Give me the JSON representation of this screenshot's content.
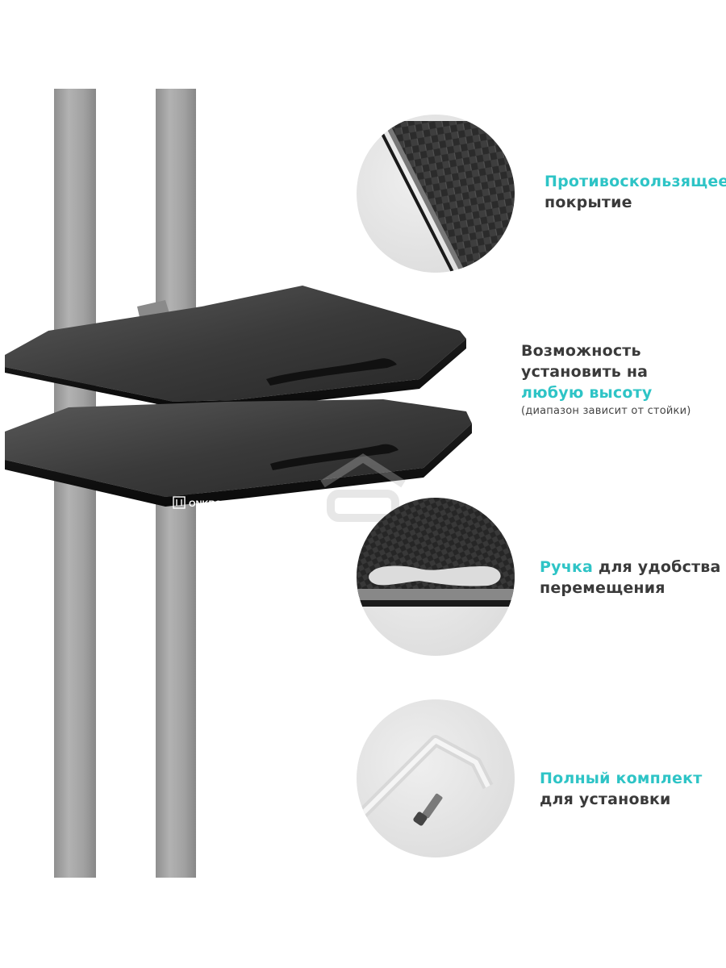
{
  "product": {
    "brand_mark": "ONKRON",
    "colors": {
      "accent": "#2ec4c6",
      "text": "#3a3a3a",
      "pole": "#a3a3a3",
      "shelf": "#2a2a2a"
    }
  },
  "features": [
    {
      "icon": "anti-slip-texture",
      "line1_accent": "Противоскользящее",
      "line2": "покрытие"
    },
    {
      "icon": "height-adjust",
      "line1": "Возможность",
      "line2": "установить на",
      "line3_accent": "любую высоту",
      "note": "(диапазон зависит от стойки)"
    },
    {
      "icon": "handle-cutout",
      "line1_accent": "Ручка",
      "line1_rest": " для удобства",
      "line2": "перемещения"
    },
    {
      "icon": "hex-key-and-bolt",
      "line1_accent": "Полный комплект",
      "line2": "для установки"
    }
  ]
}
